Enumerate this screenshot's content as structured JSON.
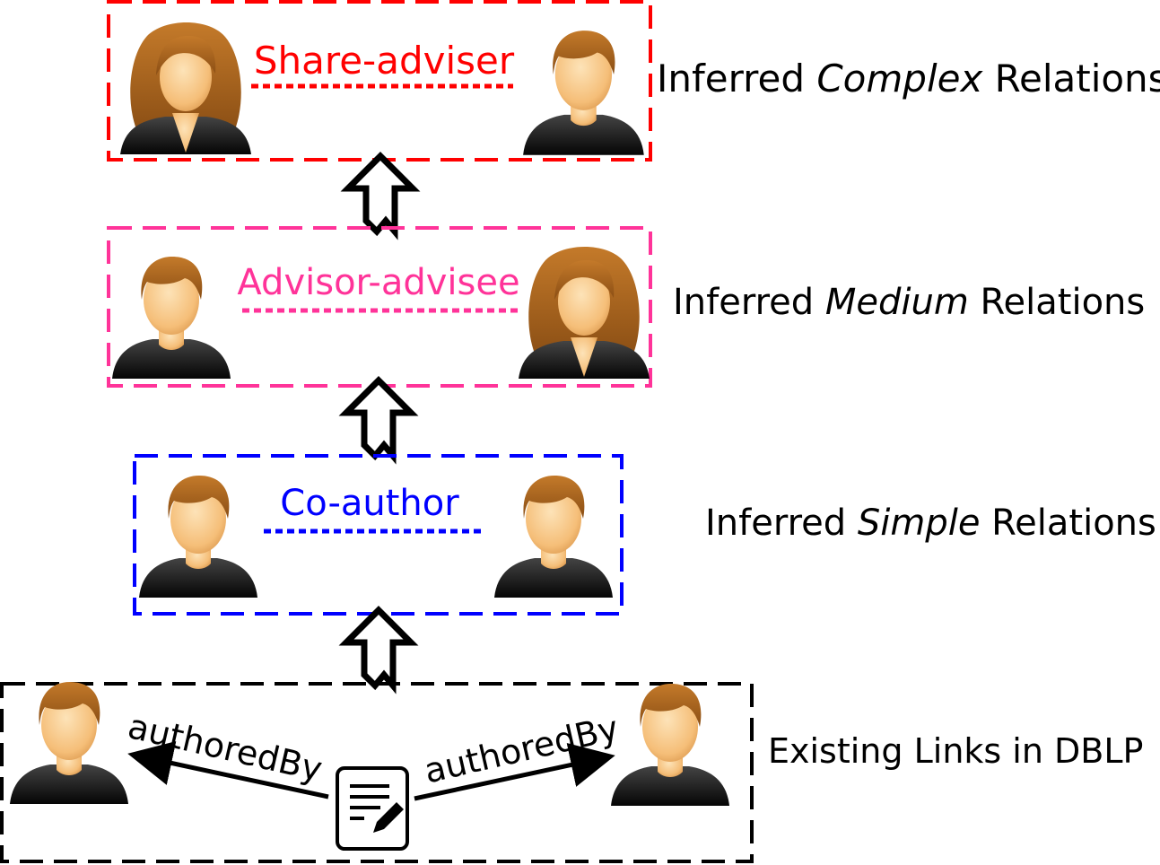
{
  "levels": [
    {
      "id": "complex",
      "relation": "Share-adviser",
      "color": "#ff0000",
      "label_pre": "Inferred ",
      "label_em": "Complex",
      "label_post": " Relations",
      "people": [
        "woman",
        "man"
      ]
    },
    {
      "id": "medium",
      "relation": "Advisor-advisee",
      "color": "#ff3399",
      "label_pre": "Inferred ",
      "label_em": "Medium",
      "label_post": " Relations",
      "people": [
        "man",
        "woman"
      ]
    },
    {
      "id": "simple",
      "relation": "Co-author",
      "color": "#0000ff",
      "label_pre": "Inferred ",
      "label_em": "Simple",
      "label_post": " Relations",
      "people": [
        "man",
        "man"
      ]
    },
    {
      "id": "existing",
      "color": "#000000",
      "label": "Existing Links in DBLP",
      "edge_left": "authoredBy",
      "edge_right": "authoredBy",
      "people": [
        "man",
        "man"
      ],
      "center_icon": "document-pen-icon"
    }
  ],
  "arrow_icon": "up-arrow-icon",
  "colors": {
    "skin": "#f7c98a",
    "hair_man": "#a8651a",
    "hair_woman": "#9a5b1c",
    "shirt": "#1a1a1a"
  }
}
